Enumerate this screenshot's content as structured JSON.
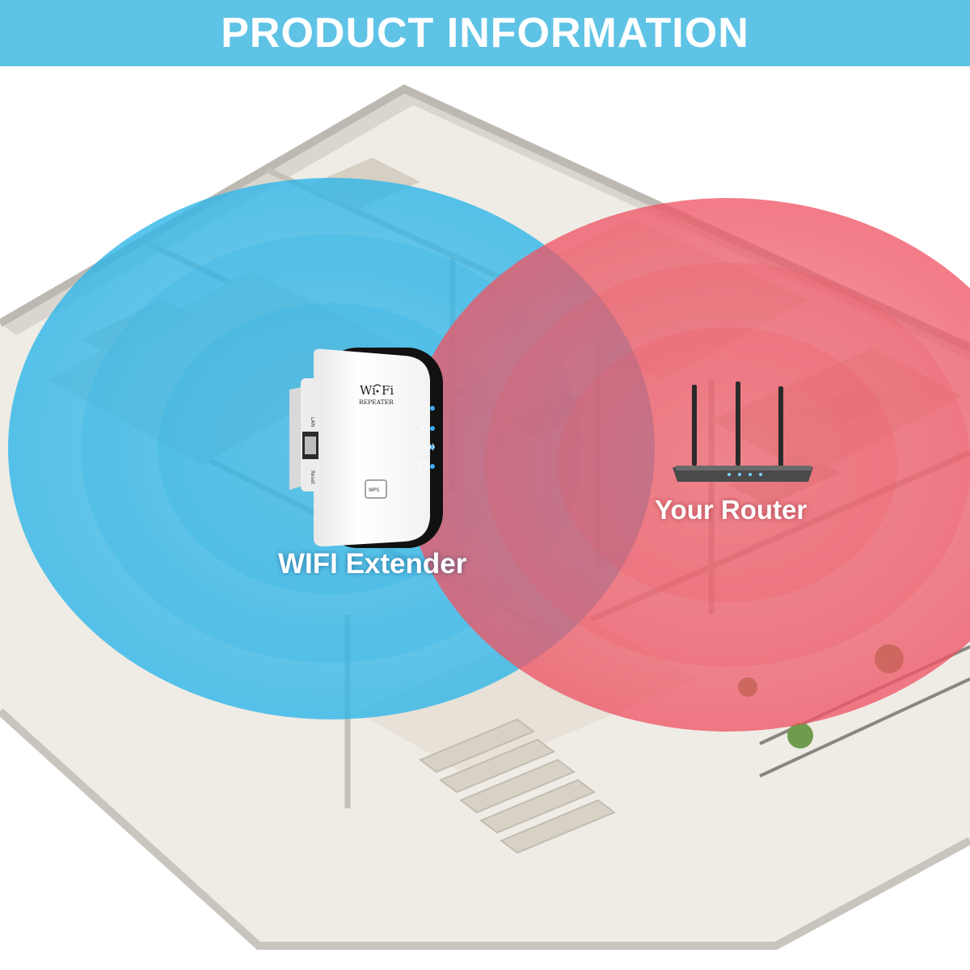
{
  "banner": {
    "title": "PRODUCT INFORMATION"
  },
  "labels": {
    "extender": "WIFI Extender",
    "router": "Your Router"
  },
  "device": {
    "brand": "Wi-Fi",
    "brand_left": "Wi",
    "brand_right": "Fi",
    "model": "REPEATER",
    "port_label": "LAN",
    "reset_label": "Reset",
    "wps_label": "WPS"
  },
  "colors": {
    "banner": "#5fc3e6",
    "extender_signal": "#2bb3e6",
    "router_signal": "#ec5a6a",
    "indicator_led": "#3fa9f5"
  },
  "icons": [
    "power-icon",
    "sync-icon",
    "signal-icon",
    "computer-icon",
    "wifi-icon"
  ]
}
